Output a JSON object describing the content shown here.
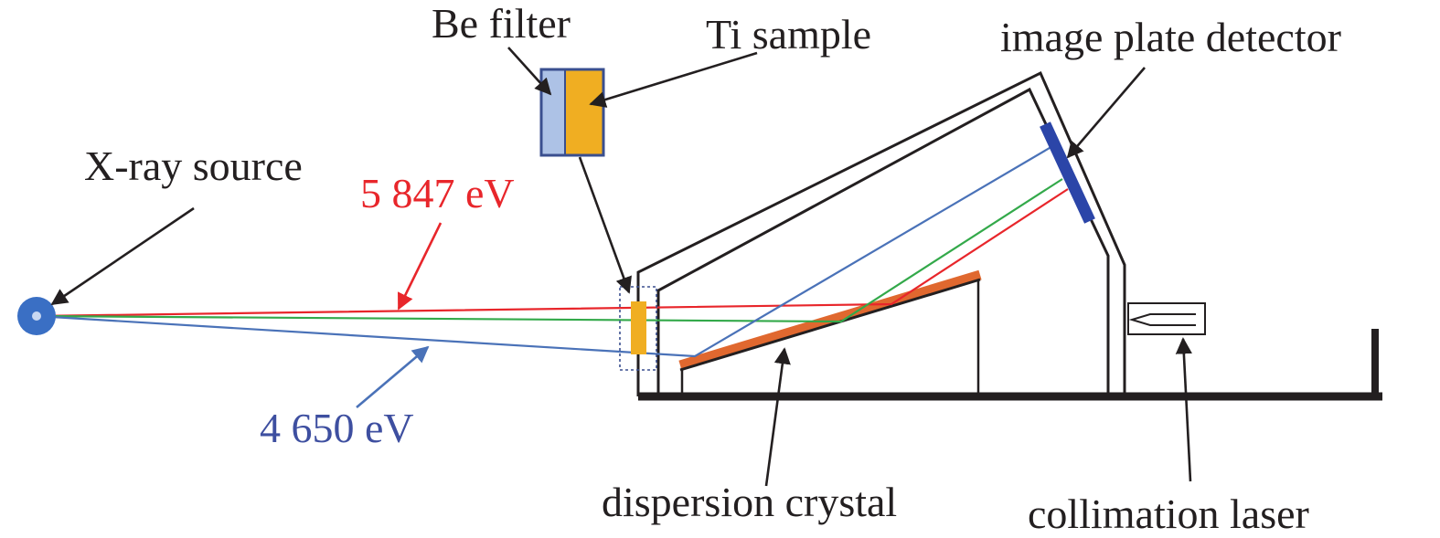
{
  "labels": {
    "be_filter": "Be filter",
    "ti_sample": "Ti sample",
    "image_plate_detector": "image plate detector",
    "xray_source": "X-ray source",
    "energy_high": "5 847 eV",
    "energy_low": "4 650 eV",
    "dispersion_crystal": "dispersion crystal",
    "collimation_laser": "collimation laser"
  },
  "colors": {
    "ray_high": "#e8262b",
    "ray_mid": "#33a94a",
    "ray_low": "#4a72b8",
    "label_blue": "#3e4fa0",
    "source": "#3a6fc4",
    "sample": "#f0ae22",
    "filter": "#adc2e6",
    "detector": "#2b45a8",
    "crystal": "#e0682f",
    "structure": "#231f20"
  }
}
